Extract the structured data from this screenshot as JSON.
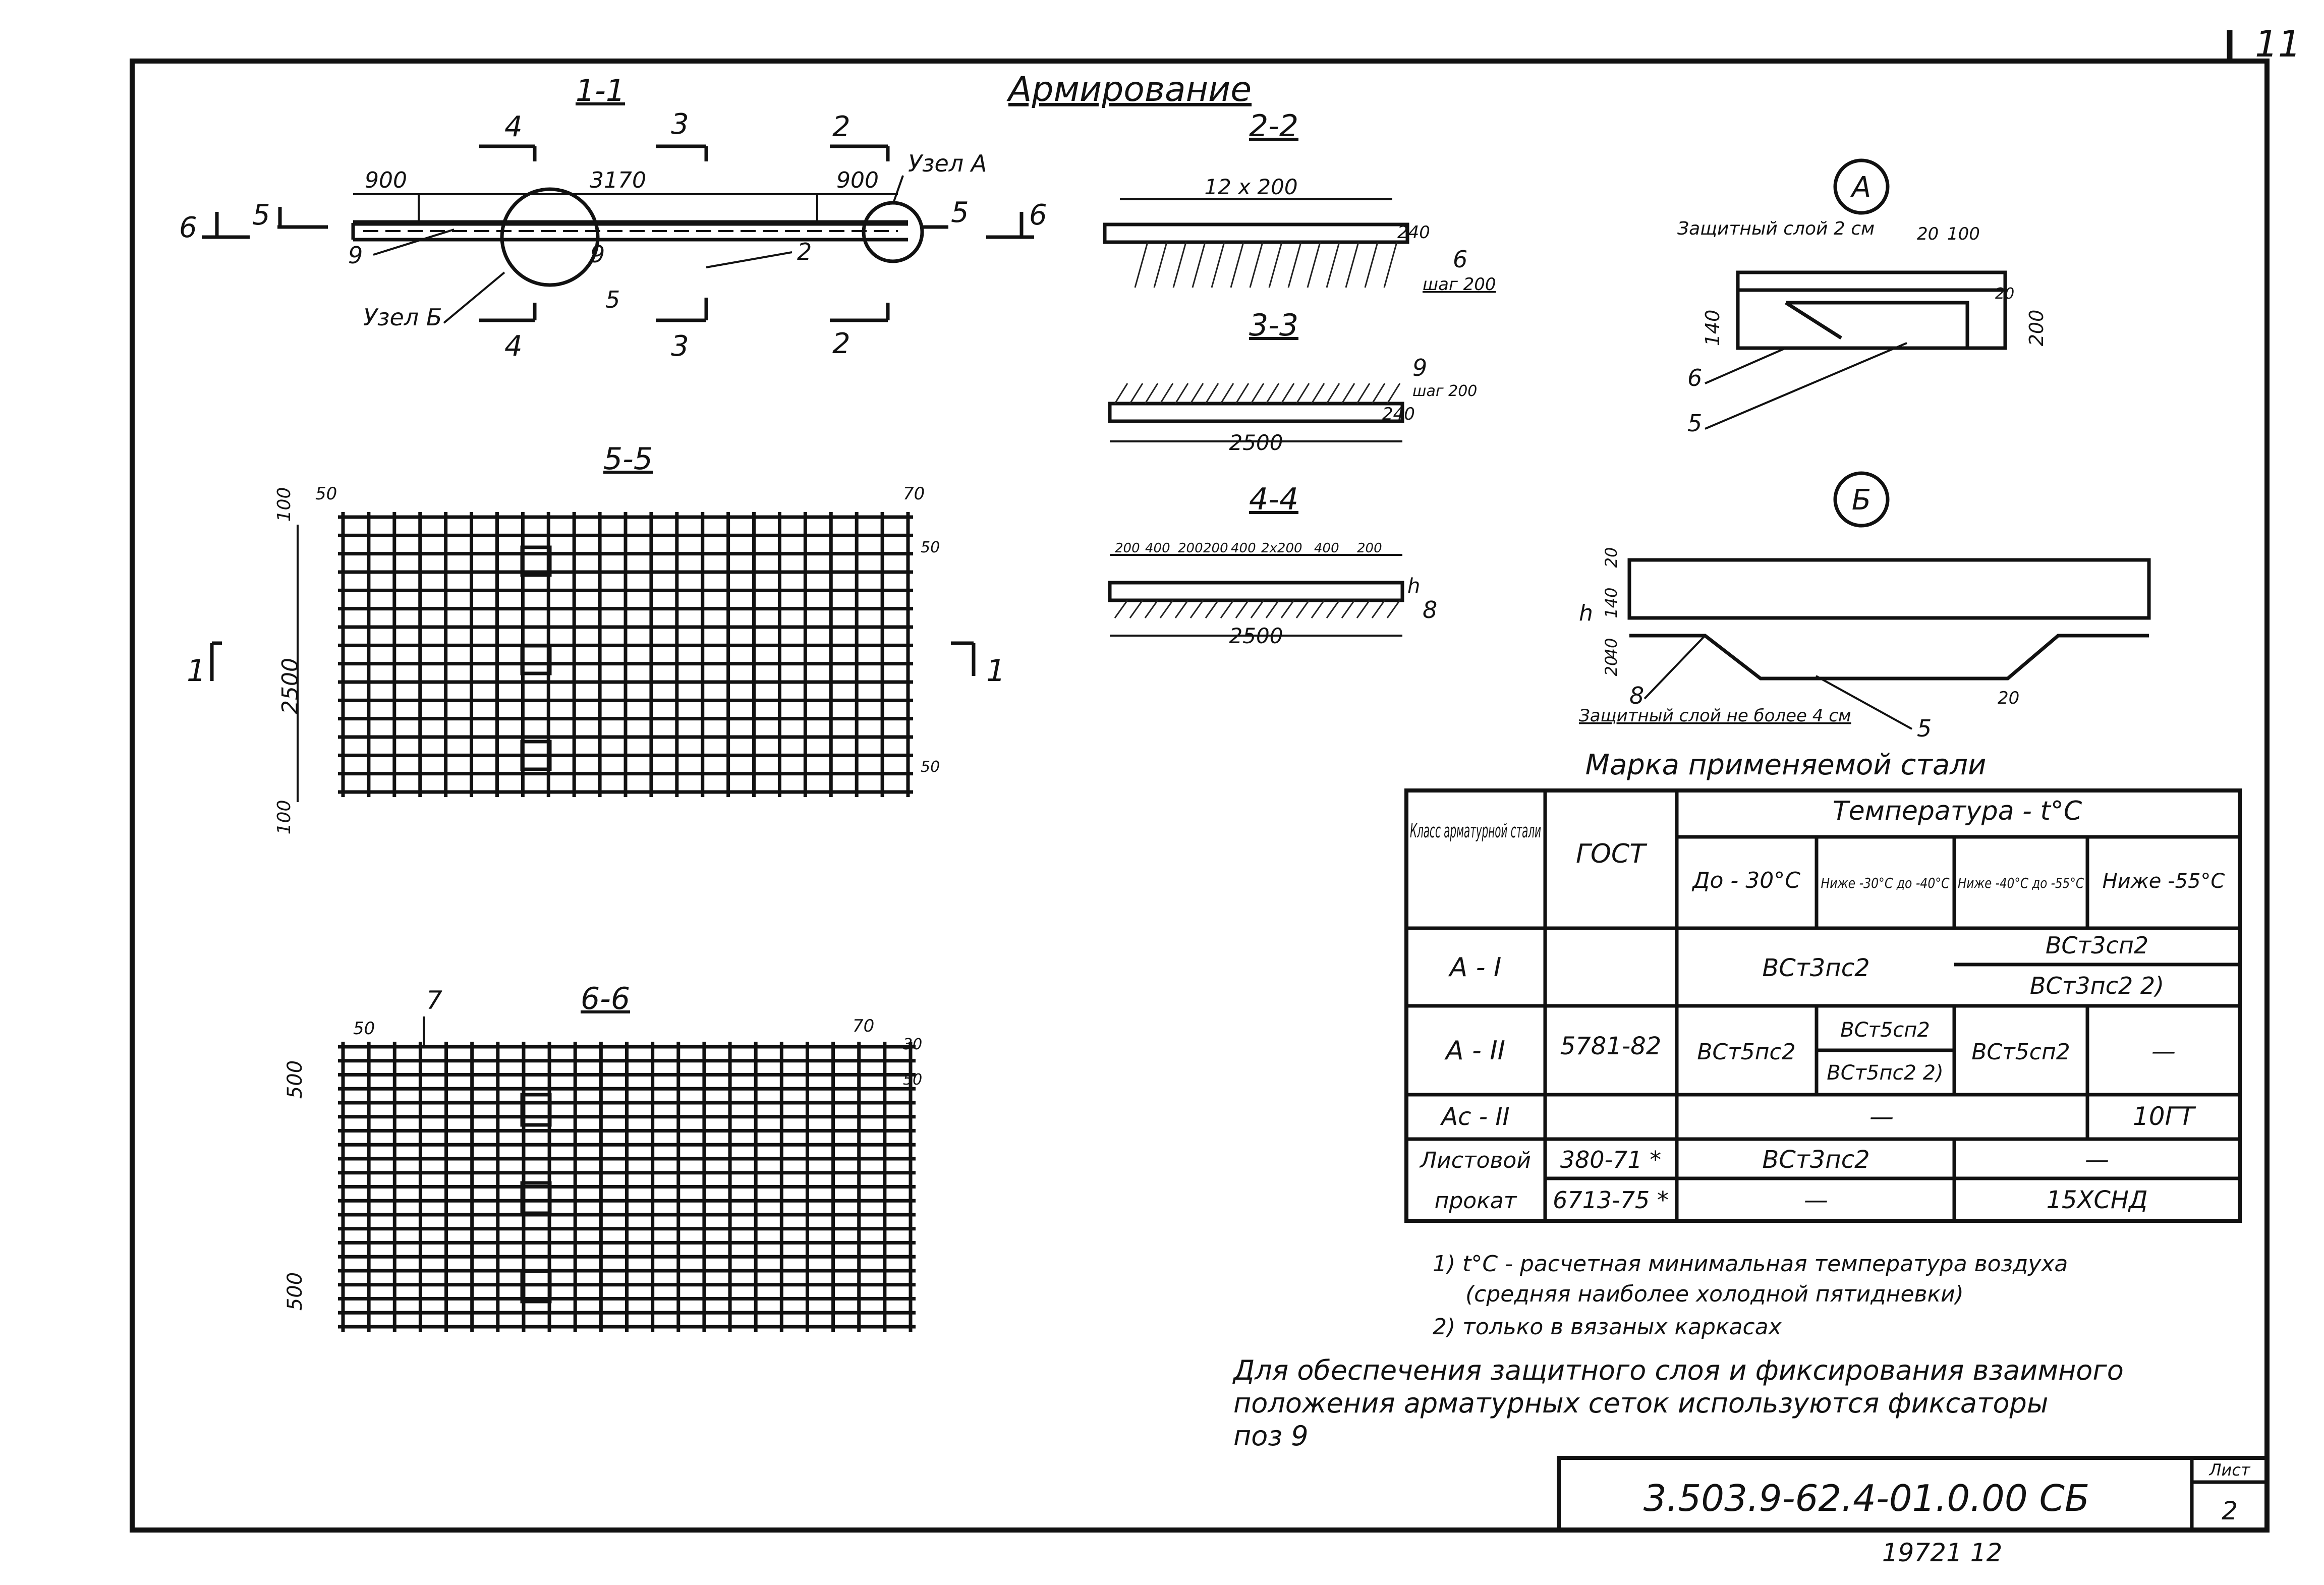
{
  "sheet": {
    "title": "Армирование",
    "page_corner": "11",
    "list_label": "Лист",
    "list_number": "2",
    "doc_code": "3.503.9-62.4-01.0.00 СБ",
    "inventory": "19721 12"
  },
  "section_1_1": {
    "title": "1-1",
    "dims": [
      "900",
      "3170",
      "900"
    ],
    "uzel_a": "Узел А",
    "uzel_b": "Узел Б",
    "pos_9a": "9",
    "pos_9b": "9",
    "pos_2": "2",
    "pos_5": "5",
    "cut_4": "4",
    "cut_3": "3",
    "cut_2": "2",
    "cut_6": "6",
    "cut_5": "5"
  },
  "section_2_2": {
    "title": "2-2",
    "dim": "12 х 200",
    "side": "240",
    "pos": "6",
    "step": "шаг 200"
  },
  "section_3_3": {
    "title": "3-3",
    "dim": "2500",
    "side": "240",
    "pos": "9",
    "step": "шаг 200"
  },
  "section_4_4": {
    "title": "4-4",
    "dims": [
      "200",
      "400",
      "200",
      "200",
      "400",
      "2х200",
      "400",
      "200"
    ],
    "dim": "2500",
    "h": "h",
    "pos": "8"
  },
  "section_5_5": {
    "title": "5-5",
    "top": "100",
    "bottom": "100",
    "left": "50",
    "right": "70",
    "height": "2500",
    "r1": "50",
    "r2": "50",
    "cut": "1"
  },
  "section_6_6": {
    "title": "6-6",
    "pos": "7",
    "left": "50",
    "right": "70",
    "r1": "30",
    "r2": "50",
    "h1": "500",
    "h2": "500"
  },
  "node_a": {
    "label": "А",
    "cover": "Защитный слой 2 см",
    "d1": "20",
    "d2": "100",
    "d3": "20",
    "h1": "140",
    "h2": "200",
    "pos_6": "6",
    "pos_5": "5"
  },
  "node_b": {
    "label": "Б",
    "d20a": "20",
    "d140": "140",
    "d40": "40",
    "d20b": "20",
    "h": "h",
    "pos_8": "8",
    "pos_5": "5",
    "d20c": "20",
    "cover": "Защитный слой не более 4 см"
  },
  "steel_table": {
    "title": "Марка применяемой стали",
    "head_class": "Класс арматурной стали",
    "head_gost": "ГОСТ",
    "head_temp": "Температура - t°C",
    "temp_cols": [
      "До - 30°С",
      "Ниже -30°С до -40°С",
      "Ниже -40°С до -55°С",
      "Ниже -55°С"
    ],
    "a1_class": "А - I",
    "a1_main": "ВСт3пс2",
    "a1_r1": "ВСт3сп2",
    "a1_r2": "ВСт3пс2 2)",
    "gost_5781": "5781-82",
    "a2_class": "А - II",
    "a2_c1": "ВСт5пс2",
    "a2_c2a": "ВСт5сп2",
    "a2_c2b": "ВСт5пс2 2)",
    "a2_c3": "ВСт5сп2",
    "a2_c4": "—",
    "ac2_class": "Ас - II",
    "ac2_mid": "—",
    "ac2_c4": "10ГТ",
    "sheet_l1": "Листовой",
    "sheet_l2": "прокат",
    "gost_380": "380-71 *",
    "gost_6713": "6713-75 *",
    "s380_a": "ВСт3пс2",
    "s380_b": "—",
    "s6713_a": "—",
    "s6713_b": "15ХСНД"
  },
  "notes": {
    "n1a": "1) t°С - расчетная минимальная температура воздуха",
    "n1b": "(средняя наиболее холодной пятидневки)",
    "n2": "2) только в вязаных каркасах",
    "p1": "Для обеспечения защитного слоя и фиксирования взаимного",
    "p2": "положения арматурных сеток используются фиксаторы",
    "p3": "поз 9"
  }
}
